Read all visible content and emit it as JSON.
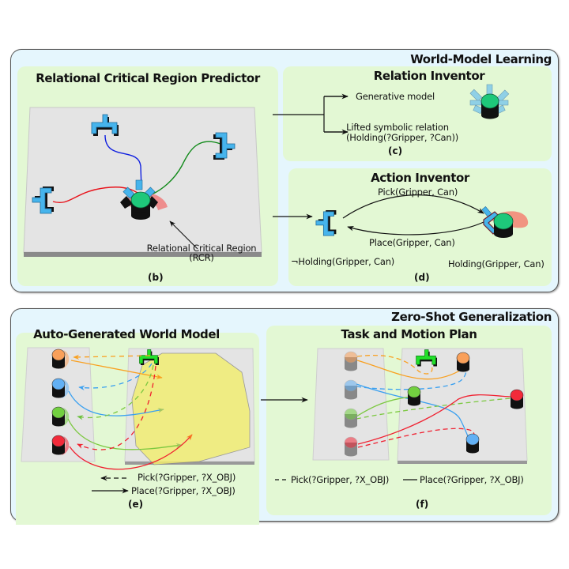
{
  "sections": {
    "world_model_learning": {
      "title": "World-Model Learning",
      "panels": {
        "rcr_predictor": {
          "title": "Relational Critical Region Predictor",
          "annotation_line1": "Relational Critical Region",
          "annotation_line2": "(RCR)",
          "tag": "(b)",
          "trajectory_colors": [
            "#e8121a",
            "#1020e0",
            "#118a1a"
          ]
        },
        "relation_inventor": {
          "title": "Relation Inventor",
          "outputs": [
            {
              "label": "Generative model"
            },
            {
              "label_line1": "Lifted symbolic relation",
              "label_line2": "(Holding(?Gripper, ?Can))"
            }
          ],
          "tag": "(c)"
        },
        "action_inventor": {
          "title": "Action Inventor",
          "top_arrow_label": "Pick(Gripper, Can)",
          "bottom_arrow_label": "Place(Gripper, Can)",
          "left_state": "¬Holding(Gripper, Can)",
          "right_state": "Holding(Gripper, Can)",
          "tag": "(d)"
        }
      }
    },
    "zero_shot_generalization": {
      "title": "Zero-Shot Generalization",
      "panels": {
        "world_model": {
          "title": "Auto-Generated World Model",
          "legend_pick": "Pick(?Gripper, ?X_OBJ)",
          "legend_place": "Place(?Gripper, ?X_OBJ)",
          "tag": "(e)"
        },
        "tamp": {
          "title": "Task and Motion Plan",
          "legend_pick": "Pick(?Gripper, ?X_OBJ)",
          "legend_place": "Place(?Gripper, ?X_OBJ)",
          "tag": "(f)"
        }
      },
      "object_colors": [
        "#f9a05a",
        "#62b0f4",
        "#72d040",
        "#f22a3a"
      ],
      "gripper_color": "#22e02a",
      "region_color": "#f2ee6e"
    }
  },
  "colors": {
    "gripper_blue": "#46b4ec",
    "can_green": "#1ec87a",
    "rcr_red": "#f27070"
  }
}
